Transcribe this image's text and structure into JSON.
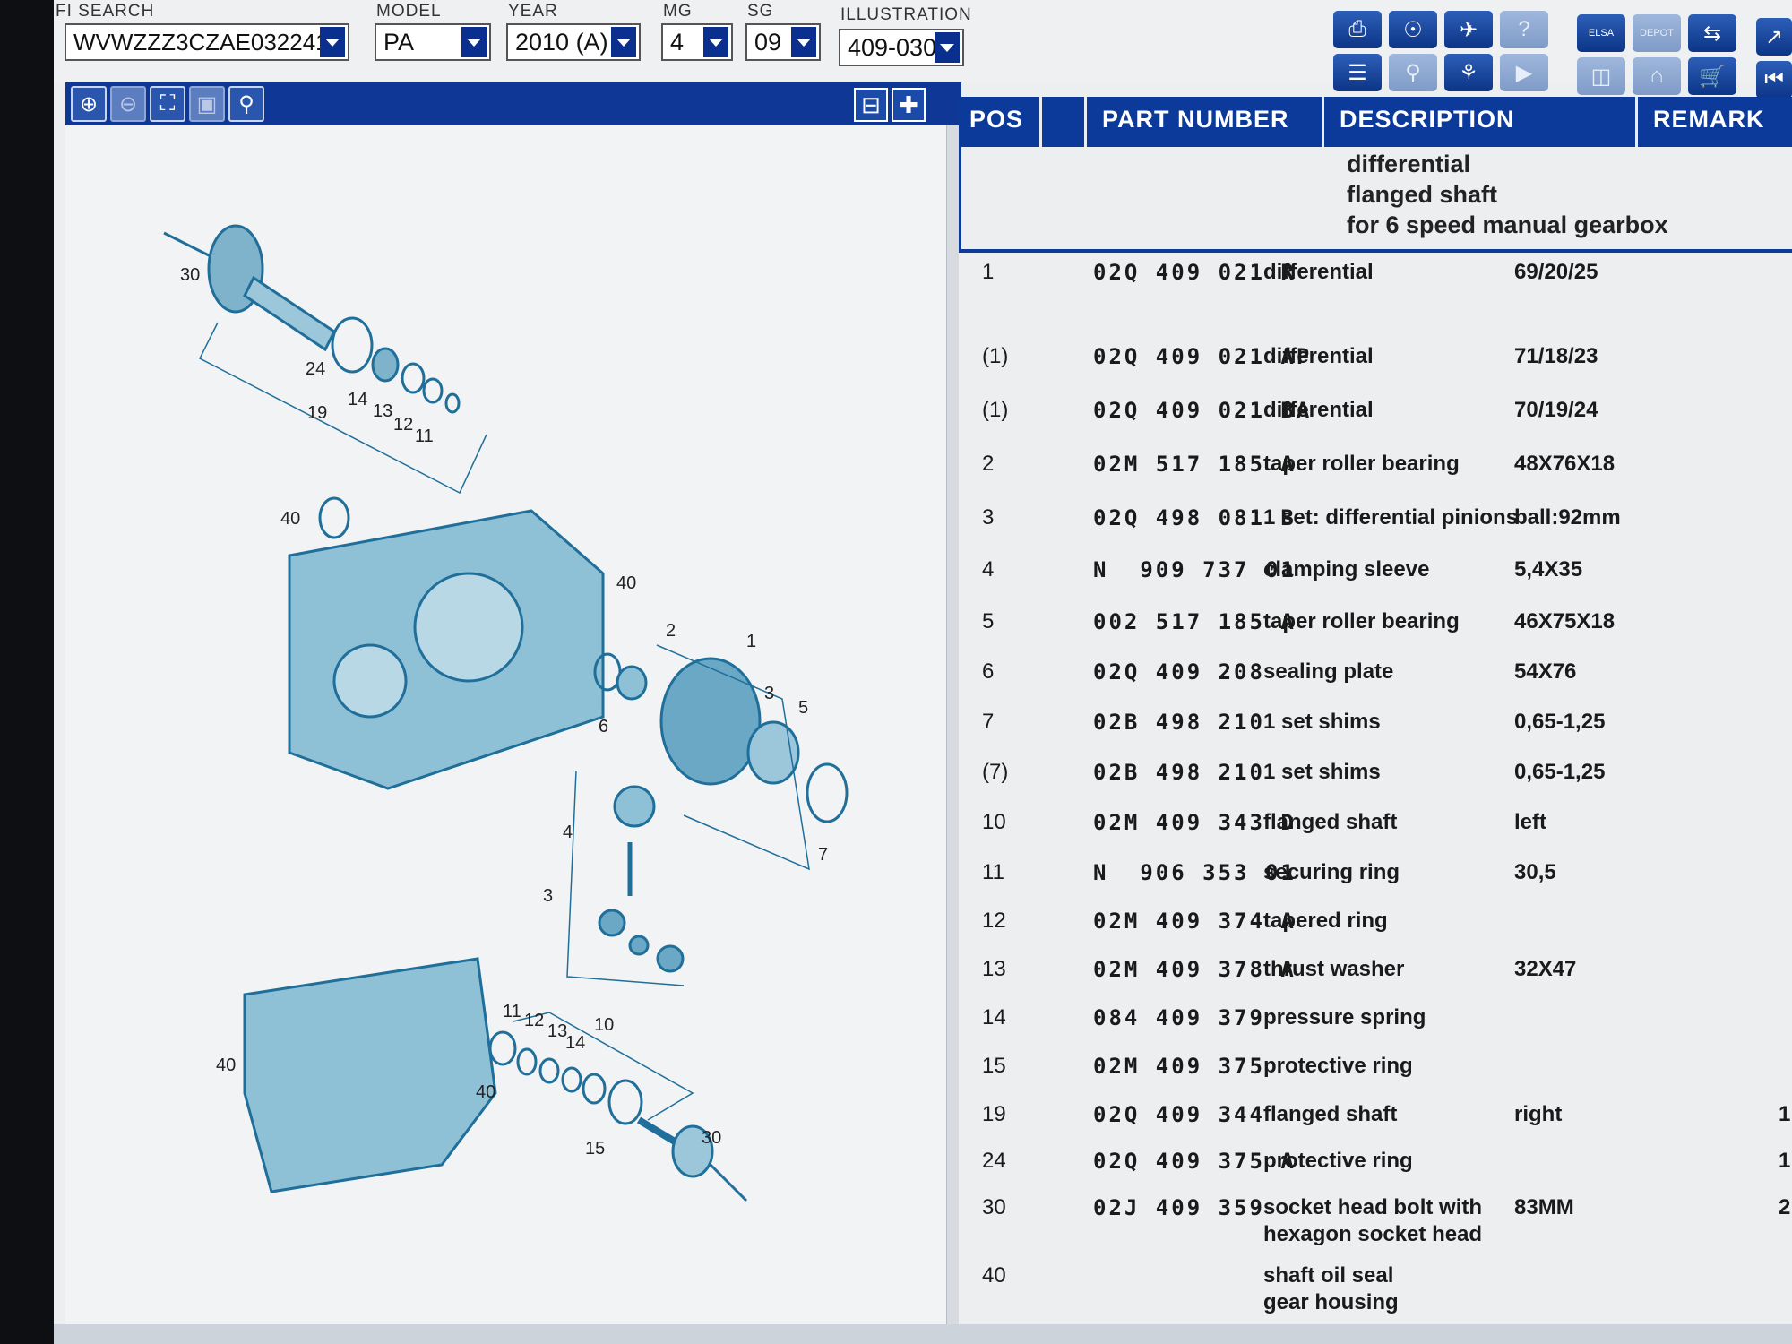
{
  "filters": {
    "search": {
      "label": "FI SEARCH",
      "value": "WVWZZZ3CZAE032241"
    },
    "model": {
      "label": "MODEL",
      "value": "PA"
    },
    "year": {
      "label": "YEAR",
      "value": "2010 (A)"
    },
    "mg": {
      "label": "MG",
      "value": "4"
    },
    "sg": {
      "label": "SG",
      "value": "09"
    },
    "illustration": {
      "label": "ILLUSTRATION",
      "value": "409-030"
    }
  },
  "toolbar": {
    "elsa_label": "ELSA",
    "depot_label": "DEPOT"
  },
  "table": {
    "headers": {
      "pos": "POS",
      "part": "PART NUMBER",
      "desc": "DESCRIPTION",
      "remark": "REMARK"
    },
    "group": [
      "differential",
      "flanged shaft",
      "for 6 speed manual gearbox"
    ],
    "rows": [
      {
        "pos": "1",
        "part": "02Q 409 021 R",
        "desc": "differential",
        "remark": "69/20/25",
        "qty": ""
      },
      {
        "pos": "(1)",
        "part": "02Q 409 021 AP",
        "desc": "differential",
        "remark": "71/18/23",
        "qty": ""
      },
      {
        "pos": "(1)",
        "part": "02Q 409 021 BA",
        "desc": "differential",
        "remark": "70/19/24",
        "qty": ""
      },
      {
        "pos": "2",
        "part": "02M 517 185 A",
        "desc": "taper roller bearing",
        "remark": "48X76X18",
        "qty": ""
      },
      {
        "pos": "3",
        "part": "02Q 498 081 B",
        "desc": "1 set: differential pinions",
        "remark": "ball:92mm",
        "qty": ""
      },
      {
        "pos": "4",
        "part": "N  909 737 01",
        "desc": "clamping sleeve",
        "remark": "5,4X35",
        "qty": ""
      },
      {
        "pos": "5",
        "part": "002 517 185 A",
        "desc": "taper roller bearing",
        "remark": "46X75X18",
        "qty": ""
      },
      {
        "pos": "6",
        "part": "02Q 409 208",
        "desc": "sealing plate",
        "remark": "54X76",
        "qty": ""
      },
      {
        "pos": "7",
        "part": "02B 498 210",
        "desc": "1 set shims",
        "remark": "0,65-1,25",
        "qty": ""
      },
      {
        "pos": "(7)",
        "part": "02B 498 210",
        "desc": "1 set shims",
        "remark": "0,65-1,25",
        "qty": ""
      },
      {
        "pos": "10",
        "part": "02M 409 343 D",
        "desc": "flanged shaft",
        "remark": "left",
        "qty": ""
      },
      {
        "pos": "11",
        "part": "N  906 353 01",
        "desc": "securing ring",
        "remark": "30,5",
        "qty": ""
      },
      {
        "pos": "12",
        "part": "02M 409 374 A",
        "desc": "tapered ring",
        "remark": "",
        "qty": ""
      },
      {
        "pos": "13",
        "part": "02M 409 378 A",
        "desc": "thrust washer",
        "remark": "32X47",
        "qty": ""
      },
      {
        "pos": "14",
        "part": "084 409 379",
        "desc": "pressure spring",
        "remark": "",
        "qty": ""
      },
      {
        "pos": "15",
        "part": "02M 409 375",
        "desc": "protective ring",
        "remark": "",
        "qty": ""
      },
      {
        "pos": "19",
        "part": "02Q 409 344",
        "desc": "flanged shaft",
        "remark": "right",
        "qty": "1"
      },
      {
        "pos": "24",
        "part": "02Q 409 375 A",
        "desc": "protective ring",
        "remark": "",
        "qty": "1"
      },
      {
        "pos": "30",
        "part": "02J 409 359",
        "desc": "socket head bolt with",
        "desc2": "hexagon socket head",
        "remark": "83MM",
        "qty": "2"
      },
      {
        "pos": "40",
        "part": "",
        "desc": "shaft oil seal",
        "desc2": "gear housing",
        "remark": "",
        "qty": ""
      }
    ]
  },
  "illustration": {
    "callouts": [
      "30",
      "24",
      "19",
      "14",
      "13",
      "12",
      "11",
      "40",
      "40",
      "2",
      "1",
      "3",
      "5",
      "6",
      "7",
      "4",
      "3",
      "40",
      "11",
      "12",
      "13",
      "10",
      "14",
      "40",
      "15",
      "30"
    ]
  },
  "colors": {
    "accent": "#0b3a9a",
    "line_art": "#1f6f9a"
  }
}
